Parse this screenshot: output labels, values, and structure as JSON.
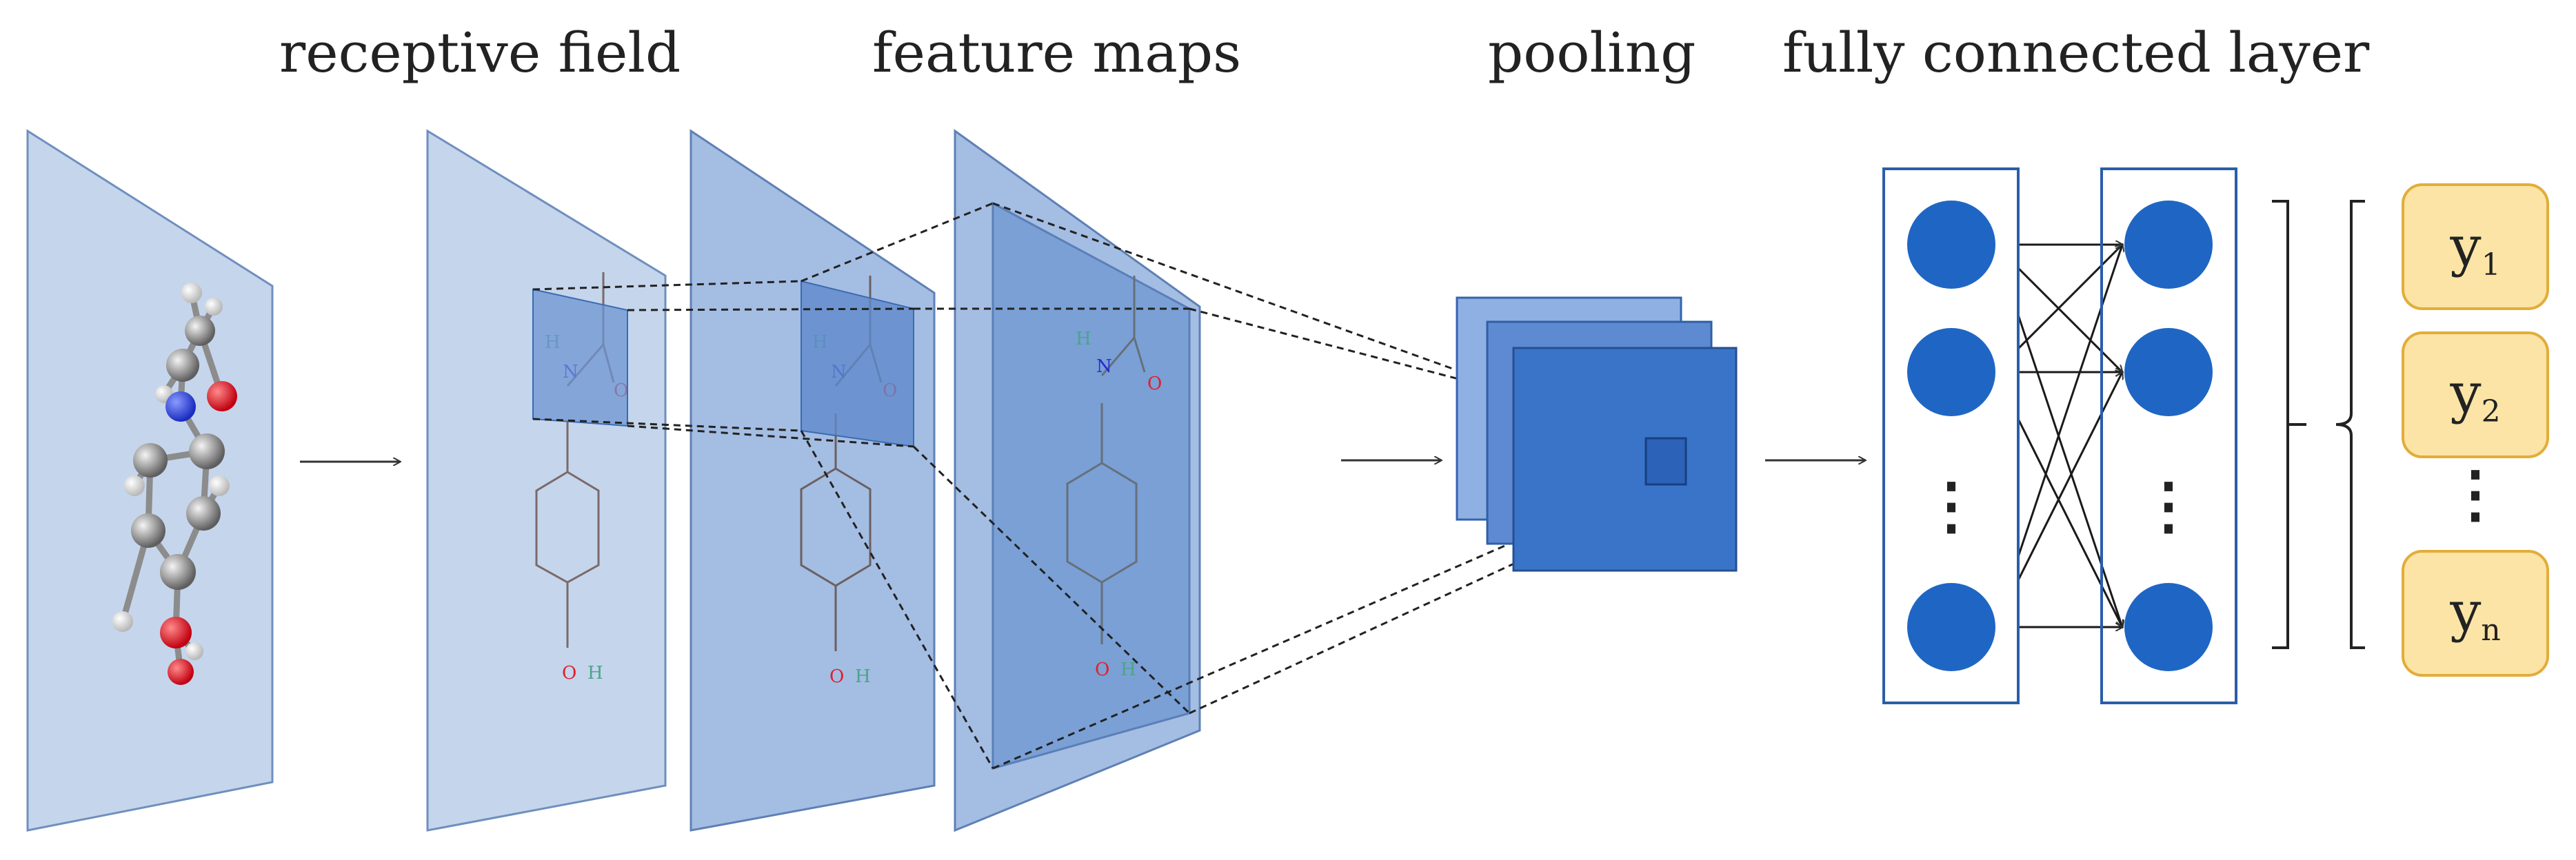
{
  "headings": {
    "receptive_field": "receptive field",
    "feature_maps": "feature maps",
    "pooling": "pooling",
    "fully_connected_layer": "fully connected layer"
  },
  "molecule_atoms": {
    "nitrogen": "N",
    "hydrogen": "H",
    "oxygen": "O"
  },
  "outputs": {
    "y1": {
      "base": "y",
      "sub": "1"
    },
    "y2": {
      "base": "y",
      "sub": "2"
    },
    "yn": {
      "base": "y",
      "sub": "n"
    }
  },
  "ellipsis": "⋮",
  "colors": {
    "plane_light": "#c5d5ec",
    "plane_mid": "#a4bde3",
    "plane_dark": "#7aa0d6",
    "plane_edge": "#6f8fbe",
    "pool_fill": "#3a74c9",
    "node_fill": "#1f66c4",
    "output_fill": "#fbe4a6",
    "output_border": "#e2ad3a",
    "nitrogen": "#2a2ad0",
    "oxygen": "#e0202a",
    "hydrogen": "#4ba58a"
  }
}
